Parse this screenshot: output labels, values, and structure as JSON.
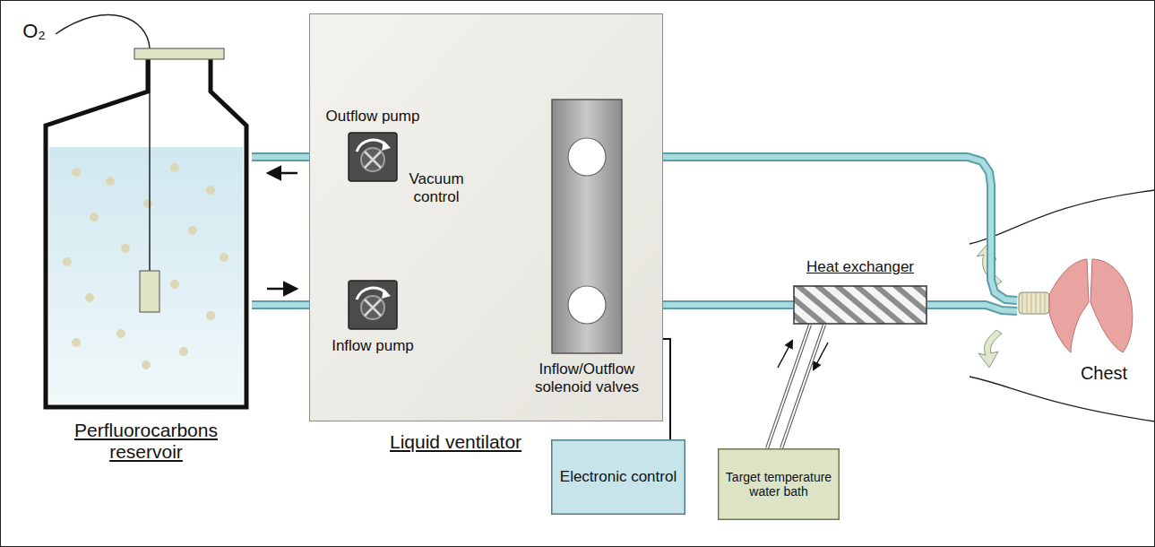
{
  "diagram": {
    "nodes": [
      {
        "text": [
          "Perfluorocarbons reservoir"
        ]
      },
      {
        "text": [
          "Liquid ventilator"
        ]
      },
      {
        "text": [
          "Outflow pump"
        ],
        "in": 1
      },
      {
        "text": [
          "Inflow pump"
        ],
        "in": 1
      },
      {
        "text": [
          "Inflow/Outflow solenoid valves"
        ],
        "in": 1
      },
      {
        "text": [
          "Heat exchanger"
        ]
      },
      {
        "text": [
          "Chest"
        ]
      },
      {
        "text": [
          "Electronic control"
        ]
      },
      {
        "text": [
          "Target temperature water bath"
        ]
      }
    ],
    "edges": [
      {
        "from": 2,
        "to": 0,
        "arrow": "none"
      },
      {
        "from": 0,
        "to": 3,
        "arrow": "none"
      },
      {
        "from": 2,
        "to": 4,
        "arrow": "none"
      },
      {
        "from": 3,
        "to": 4,
        "arrow": "none"
      },
      {
        "from": 4,
        "to": 6,
        "arrow": "none"
      },
      {
        "from": 4,
        "to": 5,
        "arrow": "none"
      },
      {
        "from": 5,
        "to": 6,
        "arrow": "none"
      },
      {
        "from": 4,
        "to": 7,
        "arrow": "none"
      },
      {
        "from": 8,
        "to": 5,
        "arrow": "none"
      },
      {
        "from": 5,
        "to": 8,
        "arrow": "none"
      }
    ],
    "labels": [
      "O₂",
      "Vacuum control"
    ]
  }
}
